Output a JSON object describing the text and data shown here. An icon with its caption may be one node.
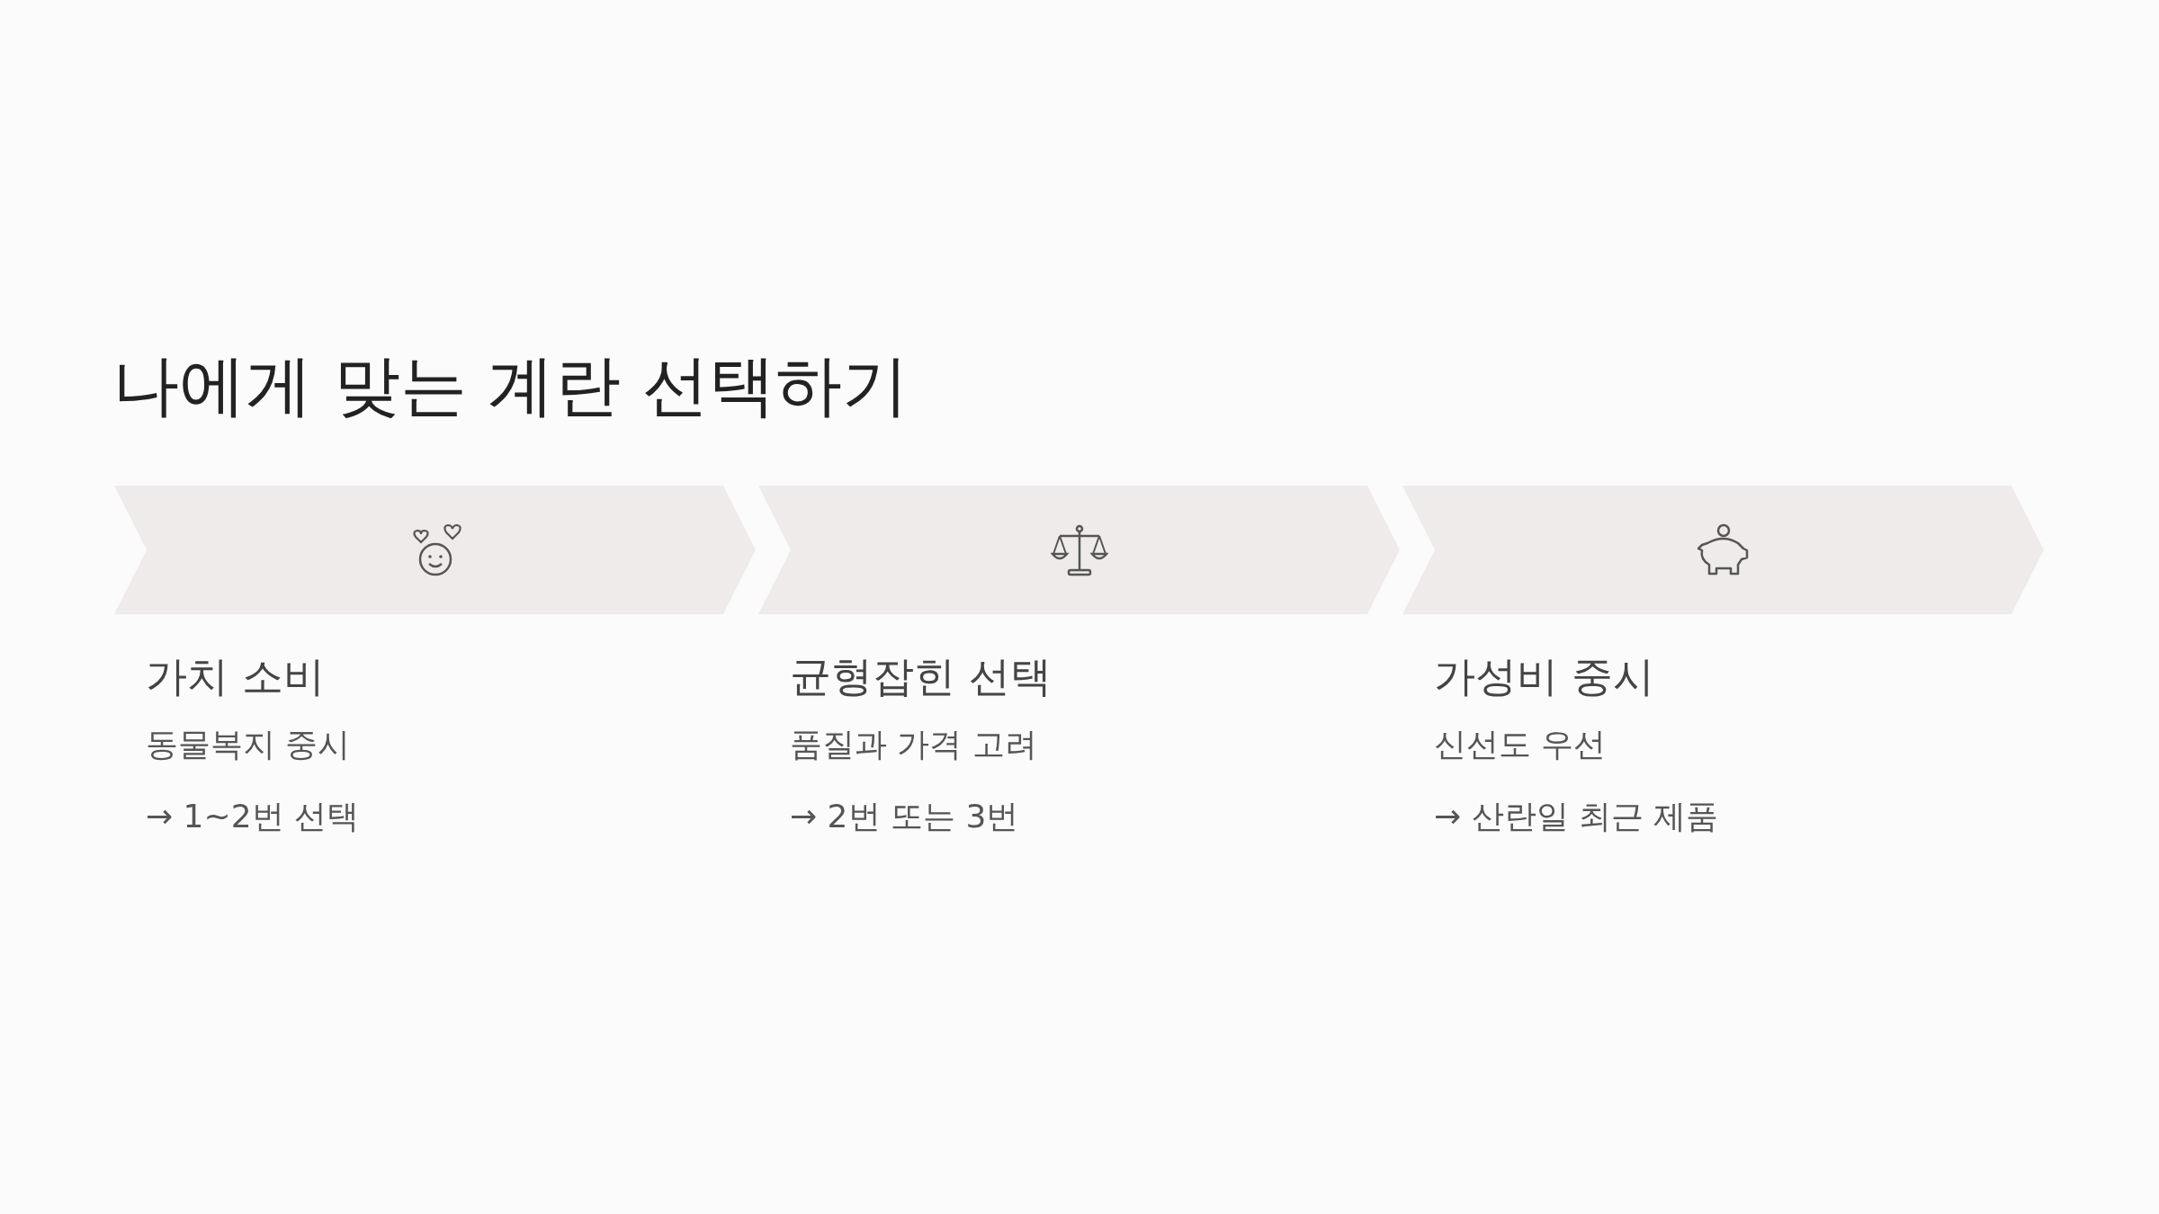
{
  "diagram": {
    "title": "나에게 맞는 계란 선택하기",
    "nodes": [
      {
        "text": [],
        "shape": "chevron",
        "beside": [
          "가치 소비",
          "동물복지 중시",
          "→ 1~2번 선택"
        ]
      },
      {
        "text": [],
        "shape": "chevron",
        "beside": [
          "균형잡힌 선택",
          "품질과 가격 고려",
          "→ 2번 또는 3번"
        ]
      },
      {
        "text": [],
        "shape": "chevron",
        "beside": [
          "가성비 중시",
          "신선도 우선",
          "→ 산란일 최근 제품"
        ]
      }
    ]
  }
}
